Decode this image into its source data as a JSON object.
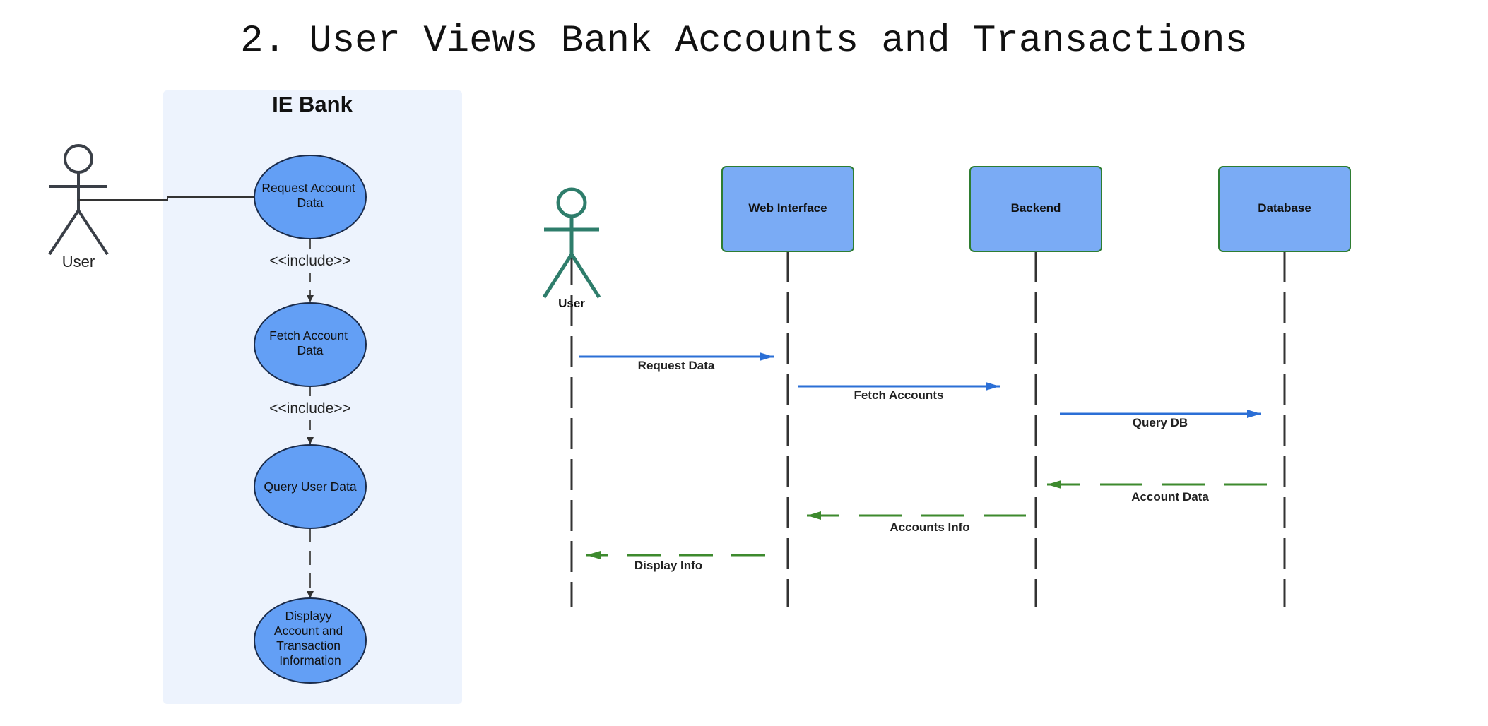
{
  "title": "2. User Views Bank Accounts and Transactions",
  "use_case": {
    "system_name": "IE Bank",
    "actor": "User",
    "use_cases": [
      {
        "lines": [
          "Request Account",
          "Data"
        ]
      },
      {
        "lines": [
          "Fetch Account",
          "Data"
        ]
      },
      {
        "lines": [
          "Query User Data"
        ]
      },
      {
        "lines": [
          "Displayy",
          "Account and",
          "Transaction",
          "Information"
        ]
      }
    ],
    "relations": [
      "<<include>>",
      "<<include>>"
    ]
  },
  "sequence": {
    "actor": "User",
    "participants": [
      "Web Interface",
      "Backend",
      "Database"
    ],
    "messages": [
      {
        "label": "Request Data",
        "type": "call"
      },
      {
        "label": "Fetch Accounts",
        "type": "call"
      },
      {
        "label": "Query DB",
        "type": "call"
      },
      {
        "label": "Account Data",
        "type": "return"
      },
      {
        "label": "Accounts Info",
        "type": "return"
      },
      {
        "label": "Display Info",
        "type": "return"
      }
    ]
  },
  "colors": {
    "system_bg": "#edf3fd",
    "use_case_fill": "#639ff5",
    "box_fill": "#7aabf5",
    "box_border": "#2e7d32",
    "call_arrow": "#2b6fd6",
    "return_arrow": "#3d8a2e",
    "actor_left": "#3a3f47",
    "actor_right": "#2e7d6b"
  }
}
